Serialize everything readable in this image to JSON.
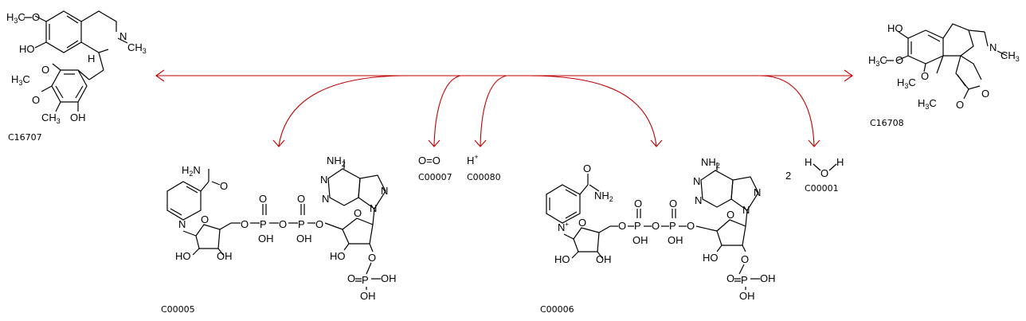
{
  "reaction": {
    "arrow_color": "#c00000",
    "substrate_left": {
      "id": "C16707"
    },
    "product_right": {
      "id": "C16708"
    },
    "cofactor_in_1": {
      "id": "C00005"
    },
    "oxygen": {
      "id": "C00007",
      "formula": "O=O"
    },
    "proton": {
      "id": "C00080",
      "formula": "H",
      "charge": "+"
    },
    "cofactor_out_1": {
      "id": "C00006"
    },
    "water": {
      "id": "C00001",
      "stoichiometry": "2",
      "formula": "H O H"
    }
  }
}
